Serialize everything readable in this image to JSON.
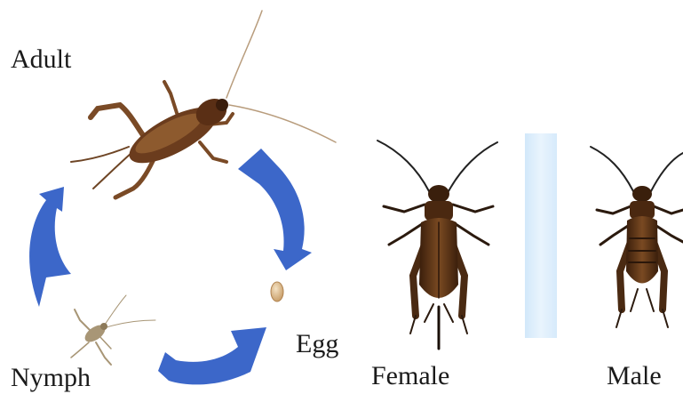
{
  "labels": {
    "adult": "Adult",
    "nymph": "Nymph",
    "egg": "Egg",
    "female": "Female",
    "male": "Male"
  },
  "colors": {
    "arrow": "#3c67c9",
    "cricket_body": "#5a3217",
    "cricket_light": "#8b5a2b",
    "adult_photo": "#7a4a26",
    "nymph": "#a89676",
    "egg": "#d9b98c",
    "divider": "#dcecfb",
    "text": "#1a1a1a"
  },
  "icons": {
    "cycle_arrows": "circular-arrow-icon",
    "adult": "adult-cricket-icon",
    "nymph": "nymph-cricket-icon",
    "egg": "egg-icon",
    "female": "female-cricket-icon",
    "male": "male-cricket-icon"
  }
}
